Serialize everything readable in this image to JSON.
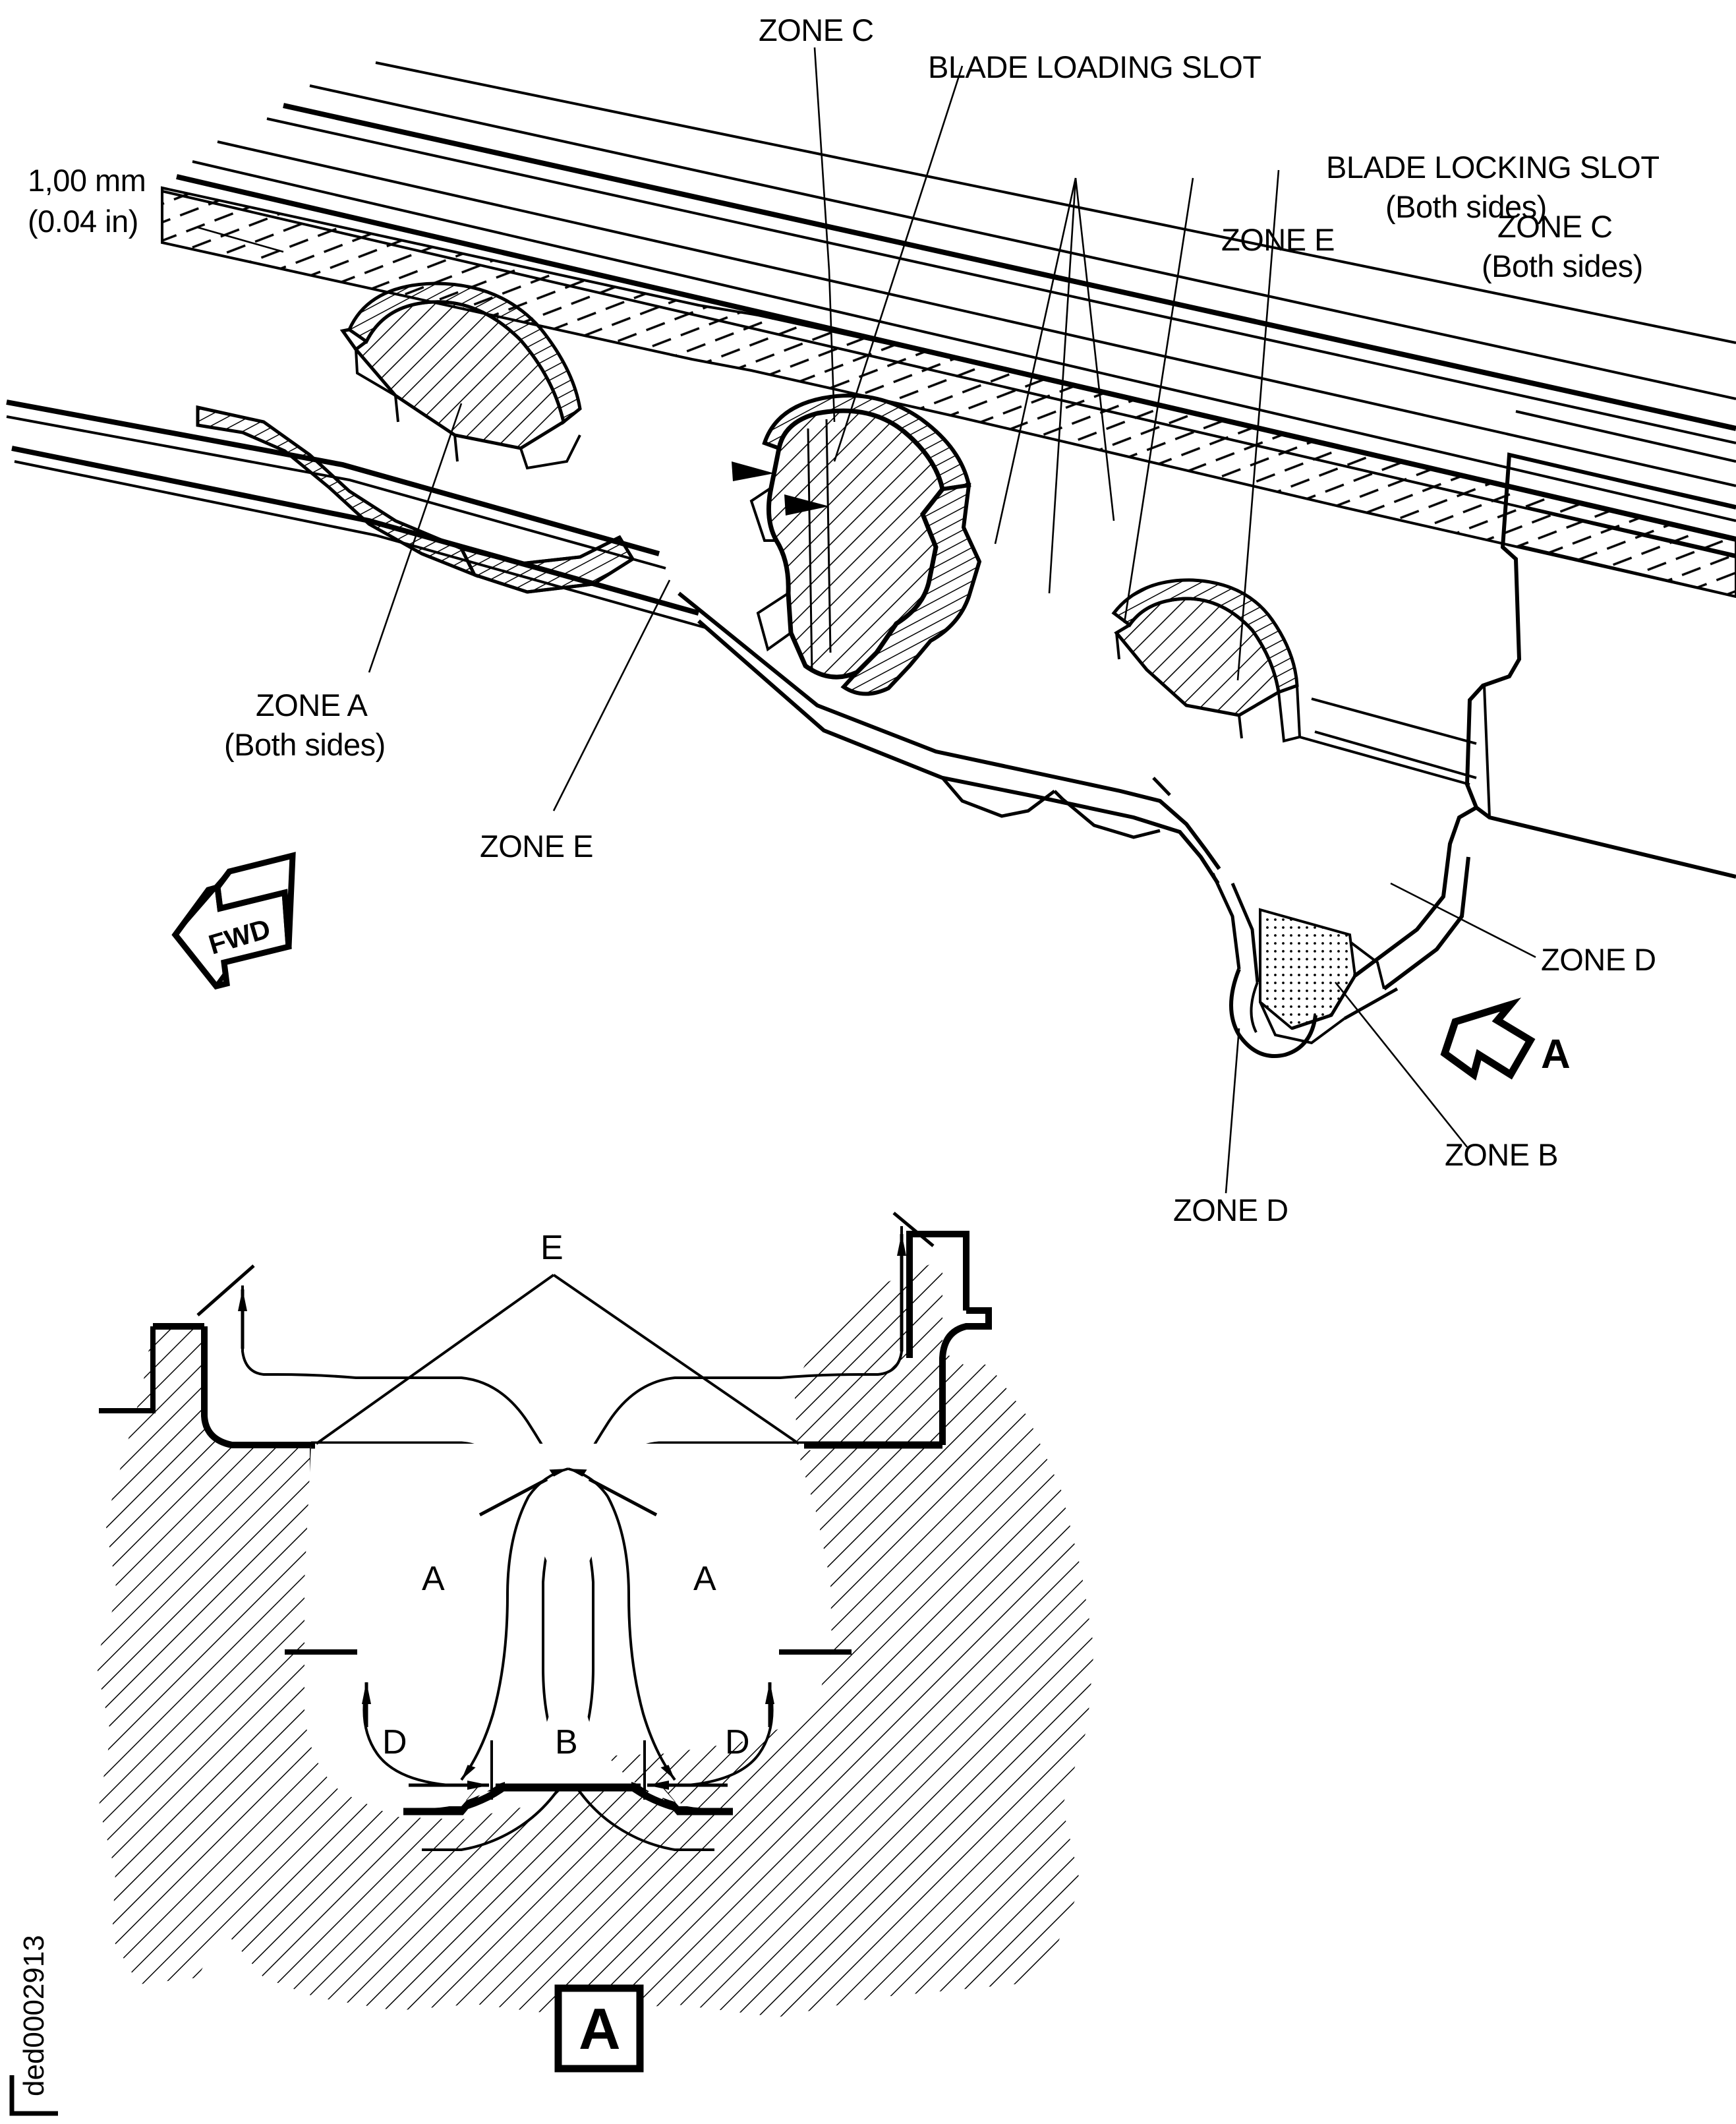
{
  "figure": {
    "id_text": "ded0002913",
    "type": "technical-illustration",
    "description": "Fan disk blade retention slot — isometric cutaway and Section A detail"
  },
  "callouts": {
    "dimension_mm": "1,00 mm",
    "dimension_in": "(0.04 in)",
    "zone_c_top": "ZONE C",
    "blade_loading_slot": "BLADE LOADING SLOT",
    "blade_locking_slot": "BLADE LOCKING SLOT",
    "blade_locking_slot_note": "(Both sides)",
    "zone_e_top": "ZONE E",
    "zone_c_right": "ZONE C",
    "zone_c_right_note": "(Both sides)",
    "zone_a": "ZONE A",
    "zone_a_note": "(Both sides)",
    "zone_e_left": "ZONE E",
    "zone_d_right": "ZONE D",
    "zone_b": "ZONE B",
    "zone_d_bottom": "ZONE D"
  },
  "direction_indicators": {
    "fwd_arrow_label": "FWD",
    "view_arrow_label": "A"
  },
  "section_detail": {
    "view_title": "A",
    "callout_e": "E",
    "callout_a_left": "A",
    "callout_a_right": "A",
    "dim_d_left": "D",
    "dim_b": "B",
    "dim_d_right": "D"
  },
  "colors": {
    "line": "#000000",
    "background": "#ffffff"
  }
}
